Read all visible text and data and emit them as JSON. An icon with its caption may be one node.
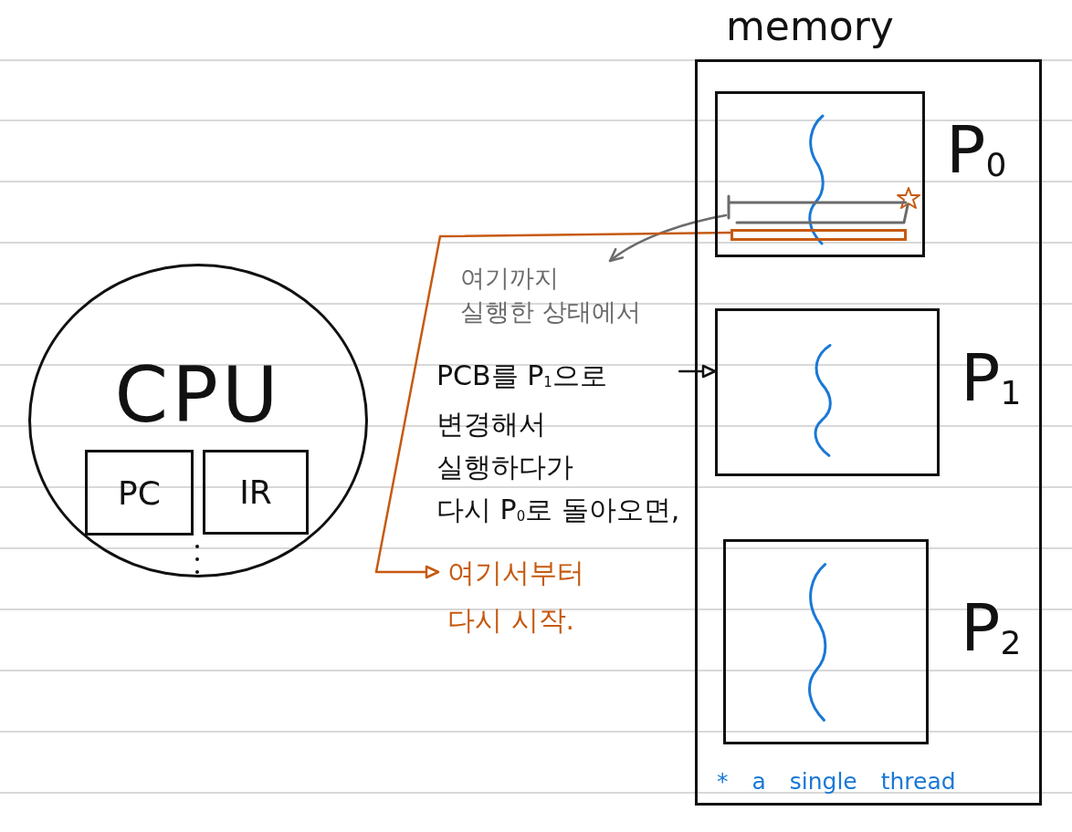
{
  "diagram": {
    "nodes": [
      {
        "text": [
          "memory"
        ]
      },
      {
        "text": [],
        "shape": "box",
        "in": 0,
        "beside": [
          "P$_{0}$"
        ]
      },
      {
        "text": [],
        "shape": "line",
        "in": 1
      },
      {
        "text": [],
        "shape": "bar",
        "in": 1
      },
      {
        "text": [],
        "shape": "box",
        "in": 0,
        "beside": [
          "P$_{1}$"
        ]
      },
      {
        "text": [],
        "shape": "box",
        "in": 0,
        "beside": [
          "P$_{2}$"
        ]
      },
      {
        "text": [
          "CPU"
        ]
      },
      {
        "text": [
          "PC"
        ],
        "in": 6
      },
      {
        "text": [
          "IR"
        ],
        "in": 6
      },
      {
        "text": [
          "여기까지 실행한 상태에서"
        ]
      },
      {
        "text": [
          "PCB를 P$_{1}$으로 변경해서 실행하다가 다시 P$_{0}$로 돌아오면,"
        ]
      },
      {
        "text": [
          "여기서부터 다시 시작."
        ]
      }
    ],
    "edges": [
      {
        "from": 2,
        "to": 9,
        "arrow": "to",
        "color": "#6b6b6b"
      },
      {
        "from": 10,
        "to": 4,
        "arrow": "to"
      },
      {
        "from": 3,
        "to": 11,
        "arrow": "to",
        "color": "#c65a11"
      }
    ],
    "labels": [
      "* a single thread"
    ]
  }
}
